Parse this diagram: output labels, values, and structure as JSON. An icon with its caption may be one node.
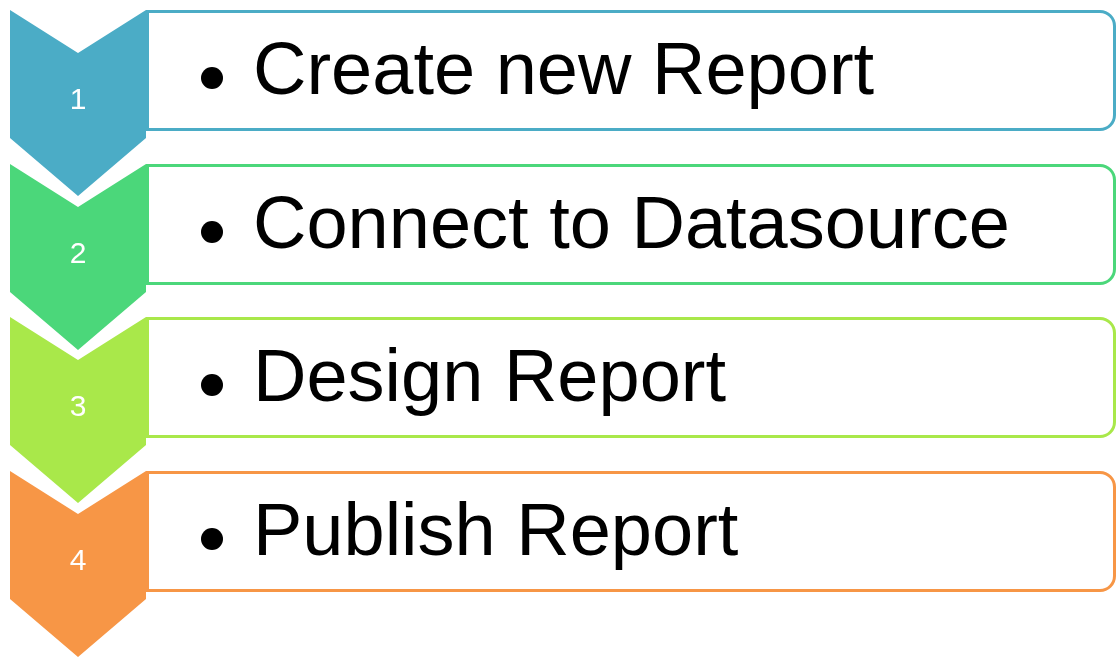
{
  "diagram": {
    "nodes": [
      {
        "text": [
          "1"
        ]
      },
      {
        "text": [
          "Create new Report"
        ]
      },
      {
        "text": [
          "2"
        ]
      },
      {
        "text": [
          "Connect to Datasource"
        ]
      },
      {
        "text": [
          "3"
        ]
      },
      {
        "text": [
          "Design Report"
        ]
      },
      {
        "text": [
          "4"
        ]
      },
      {
        "text": [
          "Publish Report"
        ]
      }
    ]
  }
}
